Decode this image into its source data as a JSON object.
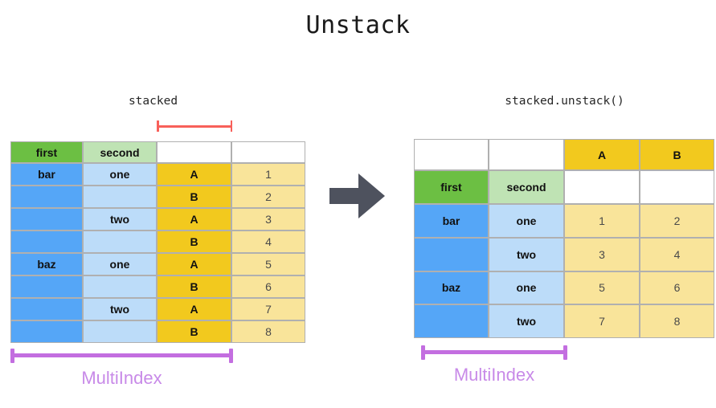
{
  "title": "Unstack",
  "left_panel": {
    "caption": "stacked",
    "header": {
      "first": "first",
      "second": "second",
      "blank_1": "",
      "blank_2": ""
    },
    "rows": [
      {
        "first": "bar",
        "second": "one",
        "letter": "A",
        "value": "1"
      },
      {
        "first": "",
        "second": "",
        "letter": "B",
        "value": "2"
      },
      {
        "first": "",
        "second": "two",
        "letter": "A",
        "value": "3"
      },
      {
        "first": "",
        "second": "",
        "letter": "B",
        "value": "4"
      },
      {
        "first": "baz",
        "second": "one",
        "letter": "A",
        "value": "5"
      },
      {
        "first": "",
        "second": "",
        "letter": "B",
        "value": "6"
      },
      {
        "first": "",
        "second": "two",
        "letter": "A",
        "value": "7"
      },
      {
        "first": "",
        "second": "",
        "letter": "B",
        "value": "8"
      }
    ],
    "multiindex_label": "MultiIndex",
    "column_bracket_color": "#f8605a"
  },
  "right_panel": {
    "caption": "stacked.unstack()",
    "column_header": {
      "blank_1": "",
      "blank_2": "",
      "col_a": "A",
      "col_b": "B"
    },
    "index_header": {
      "first": "first",
      "second": "second",
      "blank_a": "",
      "blank_b": ""
    },
    "rows": [
      {
        "first": "bar",
        "second": "one",
        "a": "1",
        "b": "2"
      },
      {
        "first": "",
        "second": "two",
        "a": "3",
        "b": "4"
      },
      {
        "first": "baz",
        "second": "one",
        "a": "5",
        "b": "6"
      },
      {
        "first": "",
        "second": "two",
        "a": "7",
        "b": "8"
      }
    ],
    "multiindex_label": "MultiIndex"
  },
  "arrow": {
    "name": "right-arrow",
    "color": "#4e525e"
  },
  "palette": {
    "green": "#6cbf43",
    "light_green": "#bfe3b4",
    "blue": "#55a6f7",
    "light_blue": "#bcdcf9",
    "gold": "#f2c91e",
    "light_gold": "#f9e49a",
    "purple": "#c36ee0",
    "red": "#f8605a"
  }
}
